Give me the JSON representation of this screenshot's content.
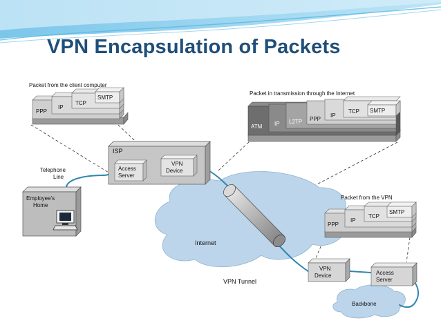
{
  "slide": {
    "title": "VPN Encapsulation of Packets"
  },
  "colors": {
    "accent": "#1f4e79",
    "wave": "#6ec3e8",
    "cloud": "#bcd5ea",
    "wire": "#2f86b0",
    "box": "#c9c9c9"
  },
  "labels": {
    "client_packet": "Packet from the client computer",
    "transit_packet": "Packet in transmission through the Internet",
    "vpn_packet": "Packet from the VPN",
    "isp": "ISP",
    "telephone": "Telephone",
    "line": "Line",
    "employee_1": "Employee's",
    "employee_2": "Home",
    "internet": "Internet",
    "vpn_tunnel": "VPN Tunnel",
    "backbone": "Backbone",
    "access_1": "Access",
    "server": "Server",
    "vpn": "VPN",
    "device": "Device"
  },
  "packets": {
    "client": [
      "PPP",
      "IP",
      "TCP",
      "SMTP"
    ],
    "transit": [
      "ATM",
      "IP",
      "L2TP",
      "PPP",
      "IP",
      "TCP",
      "SMTP"
    ],
    "vpn": [
      "PPP",
      "IP",
      "TCP",
      "SMTP"
    ]
  }
}
